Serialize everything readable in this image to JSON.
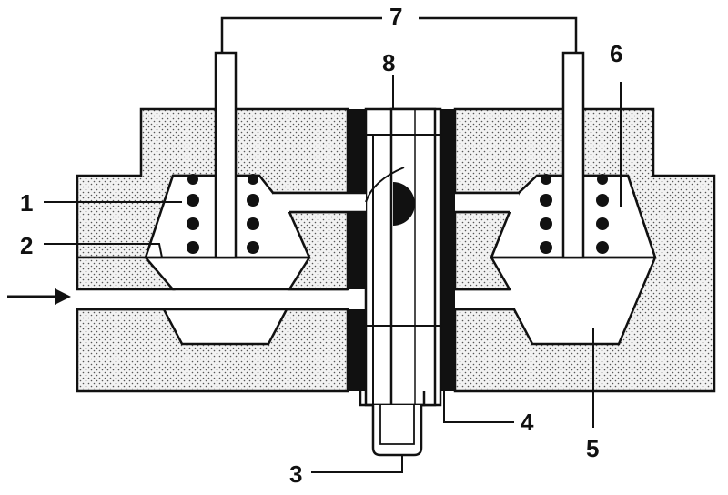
{
  "colors": {
    "background": "#ffffff",
    "ink": "#111111",
    "body_fill": "#f2f2f2",
    "stipple": "#555555",
    "seal": "#111111"
  },
  "labels": {
    "l1": "1",
    "l2": "2",
    "l3": "3",
    "l4": "4",
    "l5": "5",
    "l6": "6",
    "l7": "7",
    "l8": "8"
  }
}
